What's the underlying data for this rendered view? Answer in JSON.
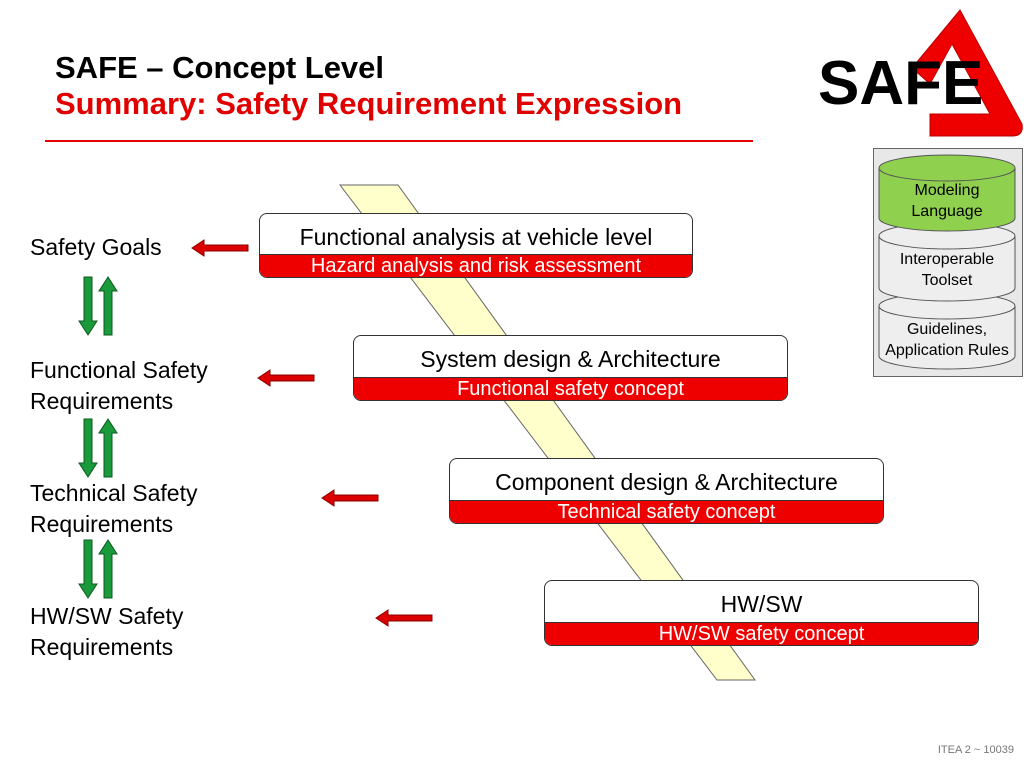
{
  "title": {
    "line1": "SAFE – Concept Level",
    "line2": "Summary: Safety Requirement Expression"
  },
  "logo": {
    "text": "SAFE"
  },
  "levels": [
    {
      "label_lines": [
        "Safety Goals"
      ],
      "box_title": "Functional analysis at vehicle level",
      "box_subtitle": "Hazard analysis and risk assessment"
    },
    {
      "label_lines": [
        "Functional Safety",
        "Requirements"
      ],
      "box_title": "System design & Architecture",
      "box_subtitle": "Functional safety concept"
    },
    {
      "label_lines": [
        "Technical Safety",
        "Requirements"
      ],
      "box_title": "Component design & Architecture",
      "box_subtitle": "Technical safety concept"
    },
    {
      "label_lines": [
        "HW/SW Safety",
        "Requirements"
      ],
      "box_title": "HW/SW",
      "box_subtitle": "HW/SW safety concept"
    }
  ],
  "stack": [
    {
      "line1": "Modeling",
      "line2": "Language"
    },
    {
      "line1": "Interoperable",
      "line2": "Toolset"
    },
    {
      "line1": "Guidelines,",
      "line2": "Application Rules"
    }
  ],
  "footer": "ITEA 2 ~ 10039",
  "colors": {
    "accent_red": "#e00000",
    "arrow_green": "#1a9a3a",
    "band_yellow": "#ffffcc",
    "stack_green": "#8fd14f",
    "stack_grey": "#eeeeee"
  }
}
